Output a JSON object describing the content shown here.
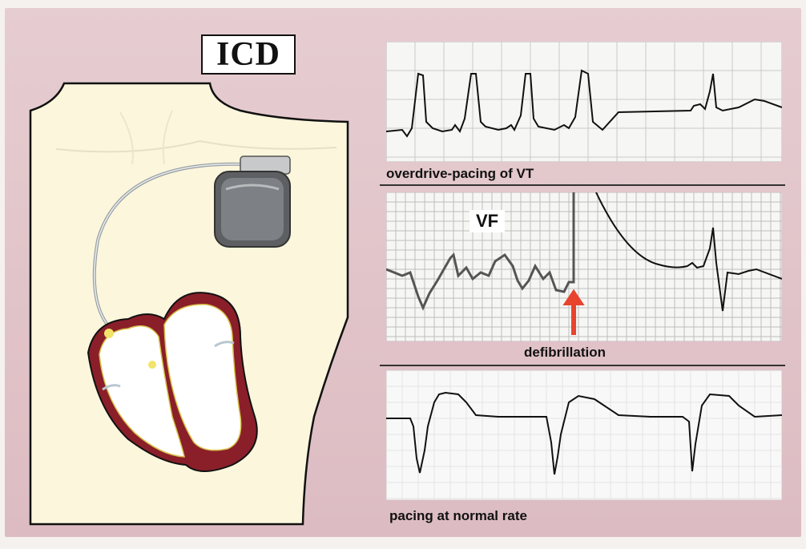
{
  "title": "ICD",
  "strips": {
    "overdrive": {
      "caption": "overdrive-pacing of VT"
    },
    "vf": {
      "label": "VF",
      "caption": "defibrillation"
    },
    "normal": {
      "caption": "pacing at normal rate"
    }
  },
  "colors": {
    "background": "#dcbcc2",
    "torso": "#fbf6dc",
    "heart_muscle": "#8a1f2a",
    "device": "#4a4a4a",
    "ecg_grid_paper": "#f6f6f4",
    "arrow": "#e8432c"
  }
}
